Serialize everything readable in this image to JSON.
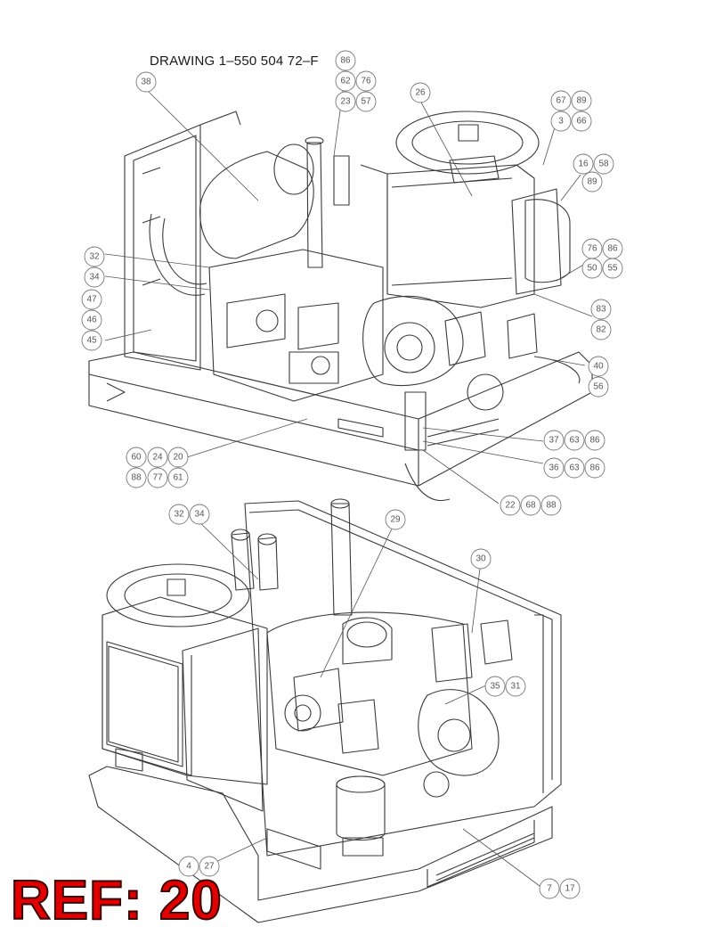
{
  "drawing": {
    "number": "DRAWING 1–550 504 72–F"
  },
  "ref": {
    "label": "REF: 20"
  },
  "colors": {
    "line": "#3a3a3a",
    "callout": "#7a7a7a",
    "ref": "#e00000"
  },
  "callouts": [
    "86",
    "62",
    "76",
    "23",
    "57",
    "38",
    "26",
    "67",
    "89",
    "3",
    "66",
    "16",
    "58",
    "89",
    "76",
    "86",
    "50",
    "55",
    "83",
    "82",
    "40",
    "56",
    "37",
    "63",
    "86",
    "36",
    "63",
    "86",
    "22",
    "68",
    "88",
    "32",
    "34",
    "47",
    "46",
    "45",
    "60",
    "24",
    "20",
    "88",
    "77",
    "61",
    "32",
    "34",
    "29",
    "30",
    "35",
    "31",
    "4",
    "27",
    "7",
    "17"
  ]
}
